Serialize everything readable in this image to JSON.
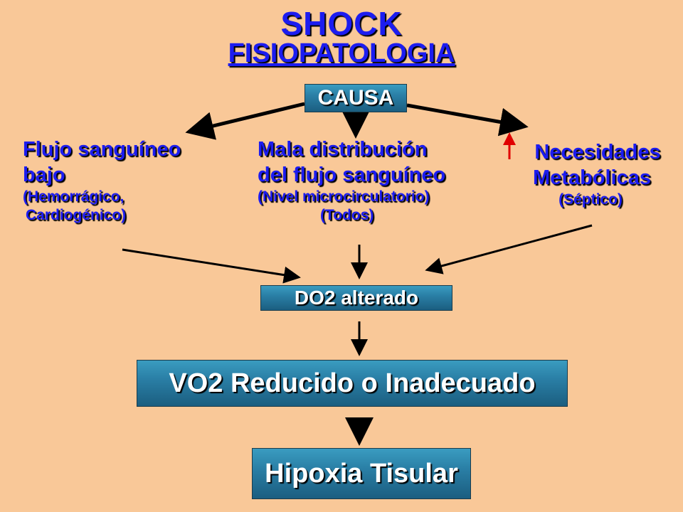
{
  "title": "SHOCK",
  "subtitle": "FISIOPATOLOGIA",
  "cause_label": "CAUSA",
  "left_branch": {
    "line1": "Flujo sanguíneo",
    "line2": "bajo",
    "line3": "(Hemorrágico,",
    "line4": "Cardiogénico)"
  },
  "middle_branch": {
    "line1": "Mala distribución",
    "line2": "del flujo sanguíneo",
    "line3": "(Nivel microcirculatorio)",
    "line4": "(Todos)"
  },
  "right_branch": {
    "line1": "Necesidades",
    "line2": "Metabólicas",
    "line3": "(Séptico)"
  },
  "do2_label": "DO2 alterado",
  "vo2_label": "VO2 Reducido o Inadecuado",
  "hipoxia_label": "Hipoxia Tisular",
  "colors": {
    "background": "#F9C898",
    "text": "#1C1CF0",
    "box": "#2a7fa6",
    "increase_arrow": "#E00000"
  }
}
